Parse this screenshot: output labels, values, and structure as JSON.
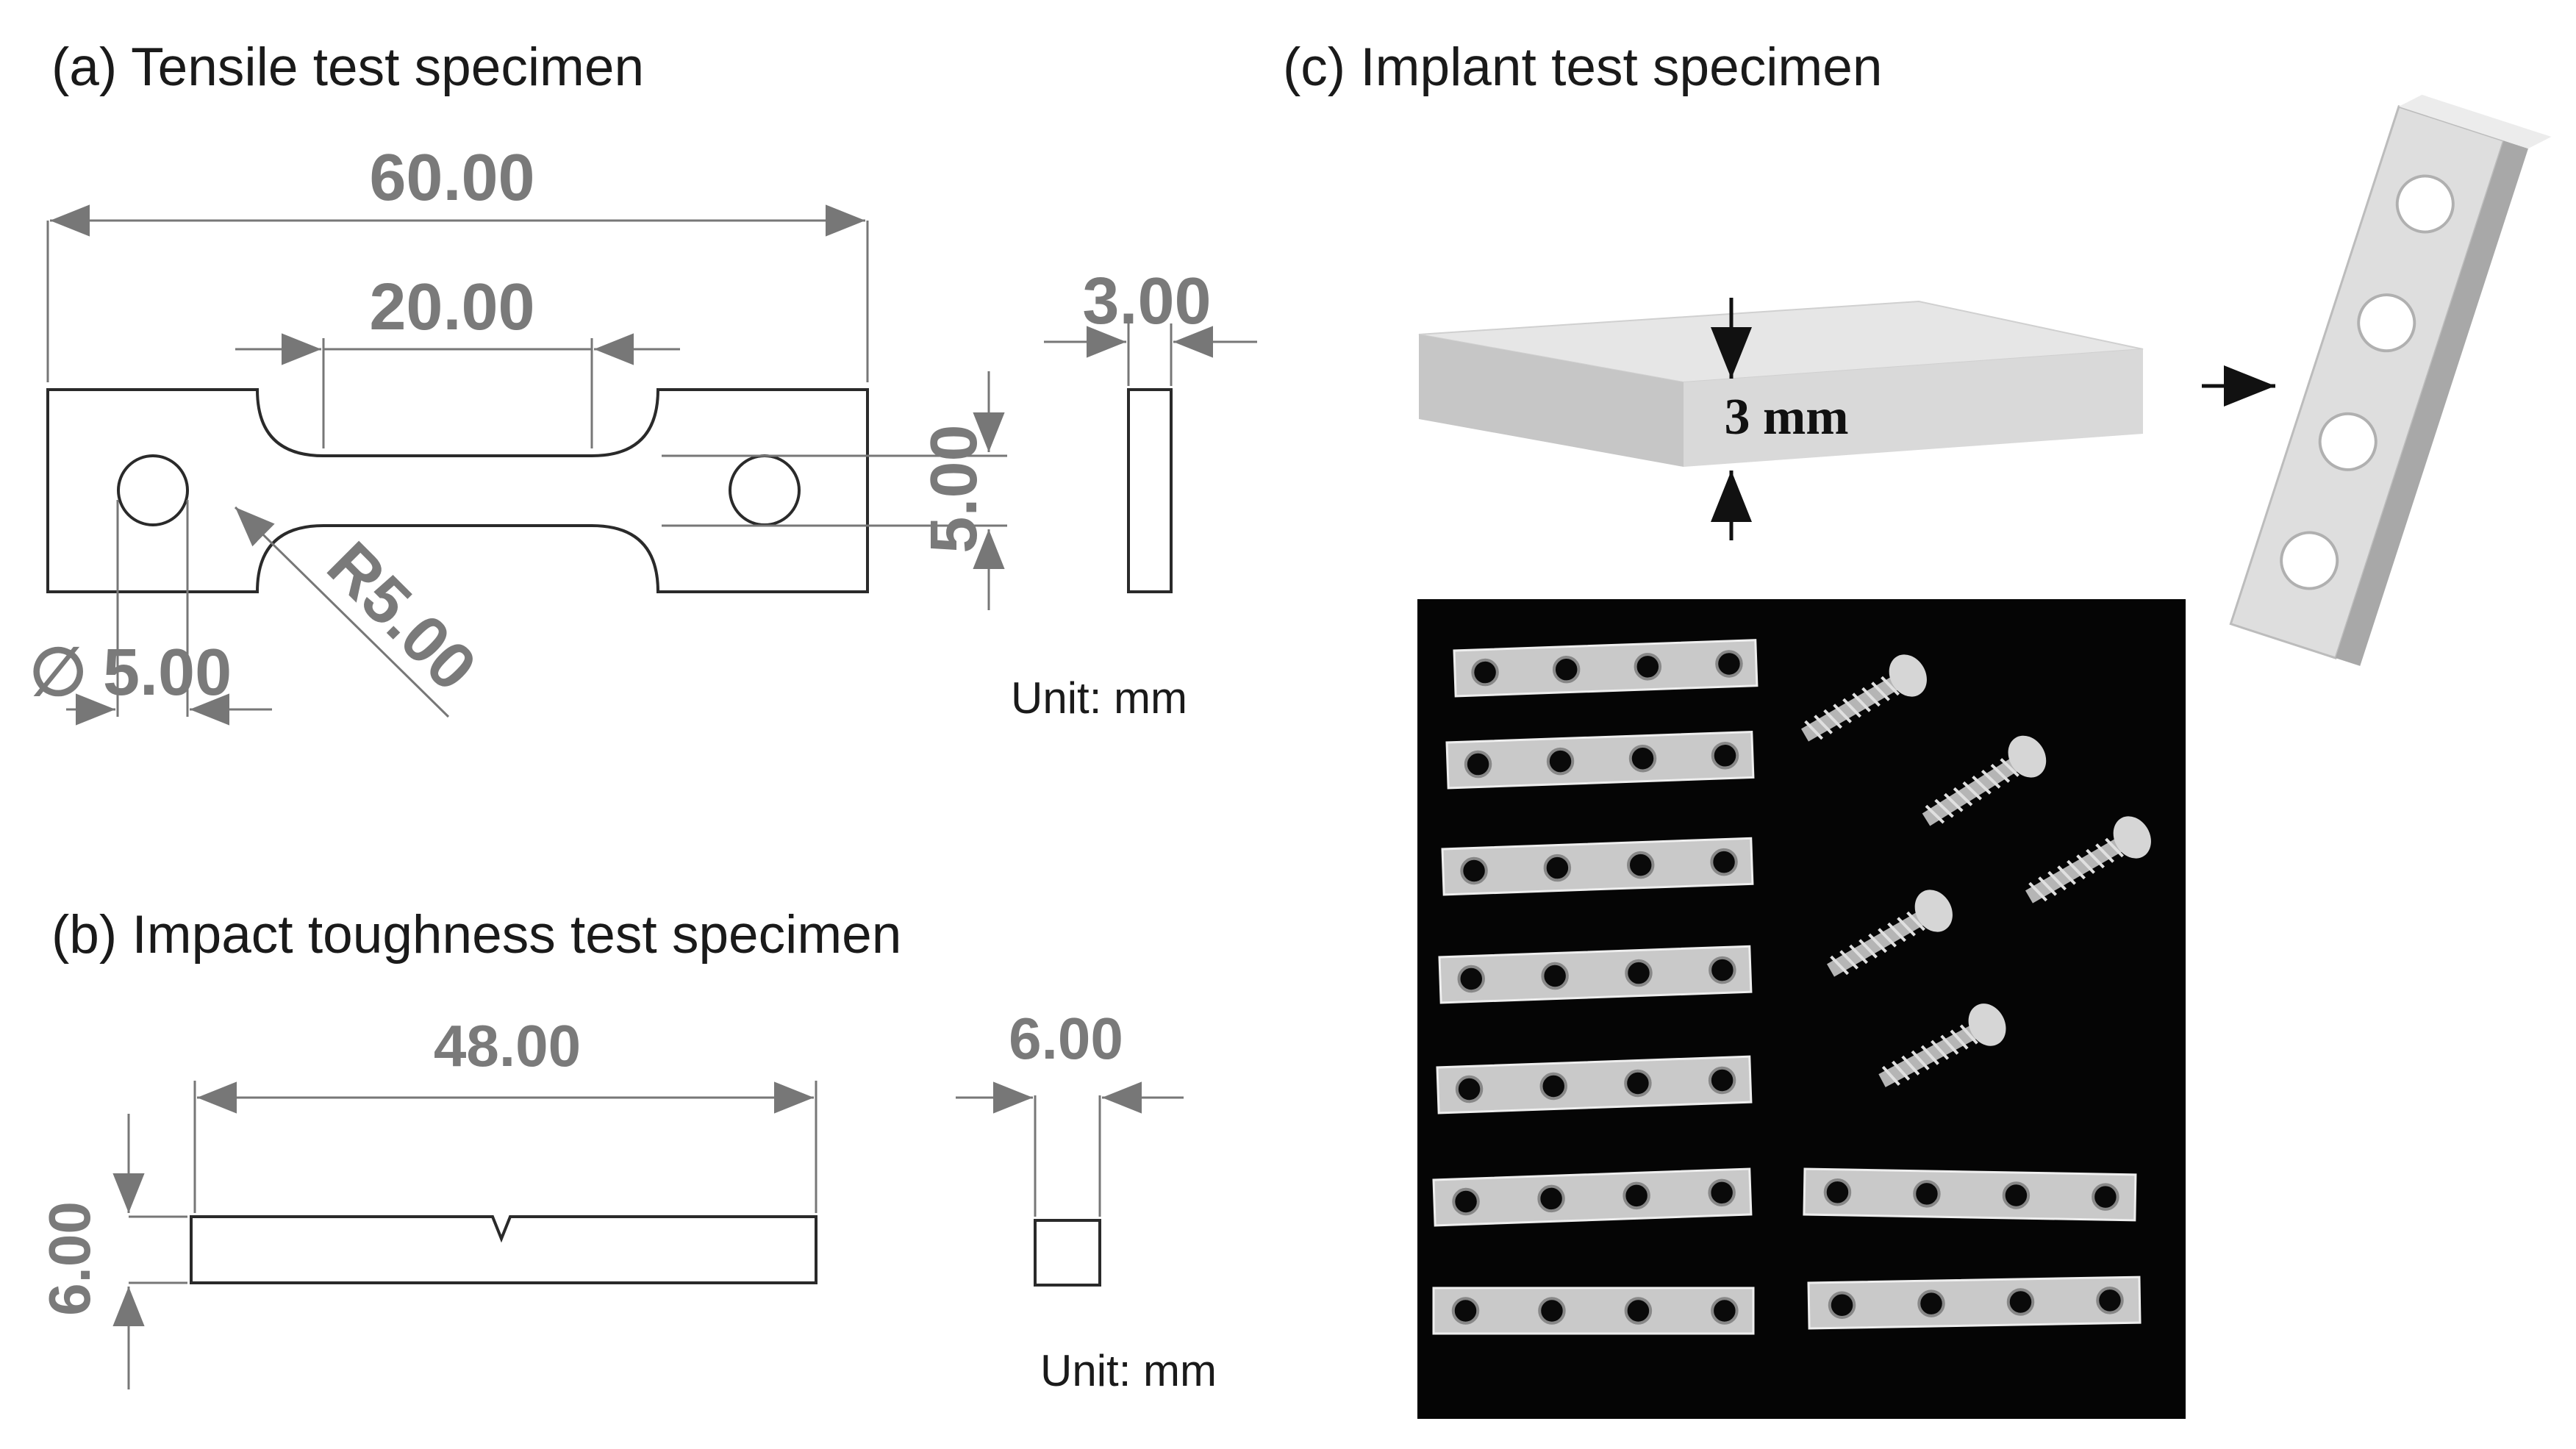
{
  "panels": {
    "a": {
      "title": "(a) Tensile test specimen",
      "dims": {
        "overall_length": "60.00",
        "gauge_length": "20.00",
        "thickness": "3.00",
        "width": "5.00",
        "radius": "R5.00",
        "hole_diameter": "5.00",
        "diameter_symbol": "∅"
      },
      "unit": "Unit: mm"
    },
    "b": {
      "title": "(b) Impact toughness test specimen",
      "dims": {
        "length": "48.00",
        "width": "6.00",
        "height": "6.00"
      },
      "unit": "Unit: mm"
    },
    "c": {
      "title": "(c) Implant test specimen",
      "plate_thickness": "3 mm"
    }
  },
  "colors": {
    "drawing_line": "#2a2a2a",
    "dimension_text": "#7a7a7a",
    "photo_background": "#050505",
    "metal": "#c9c9c9"
  },
  "icons": [
    "arrow-right-icon",
    "arrow-down-icon",
    "arrow-up-icon"
  ]
}
